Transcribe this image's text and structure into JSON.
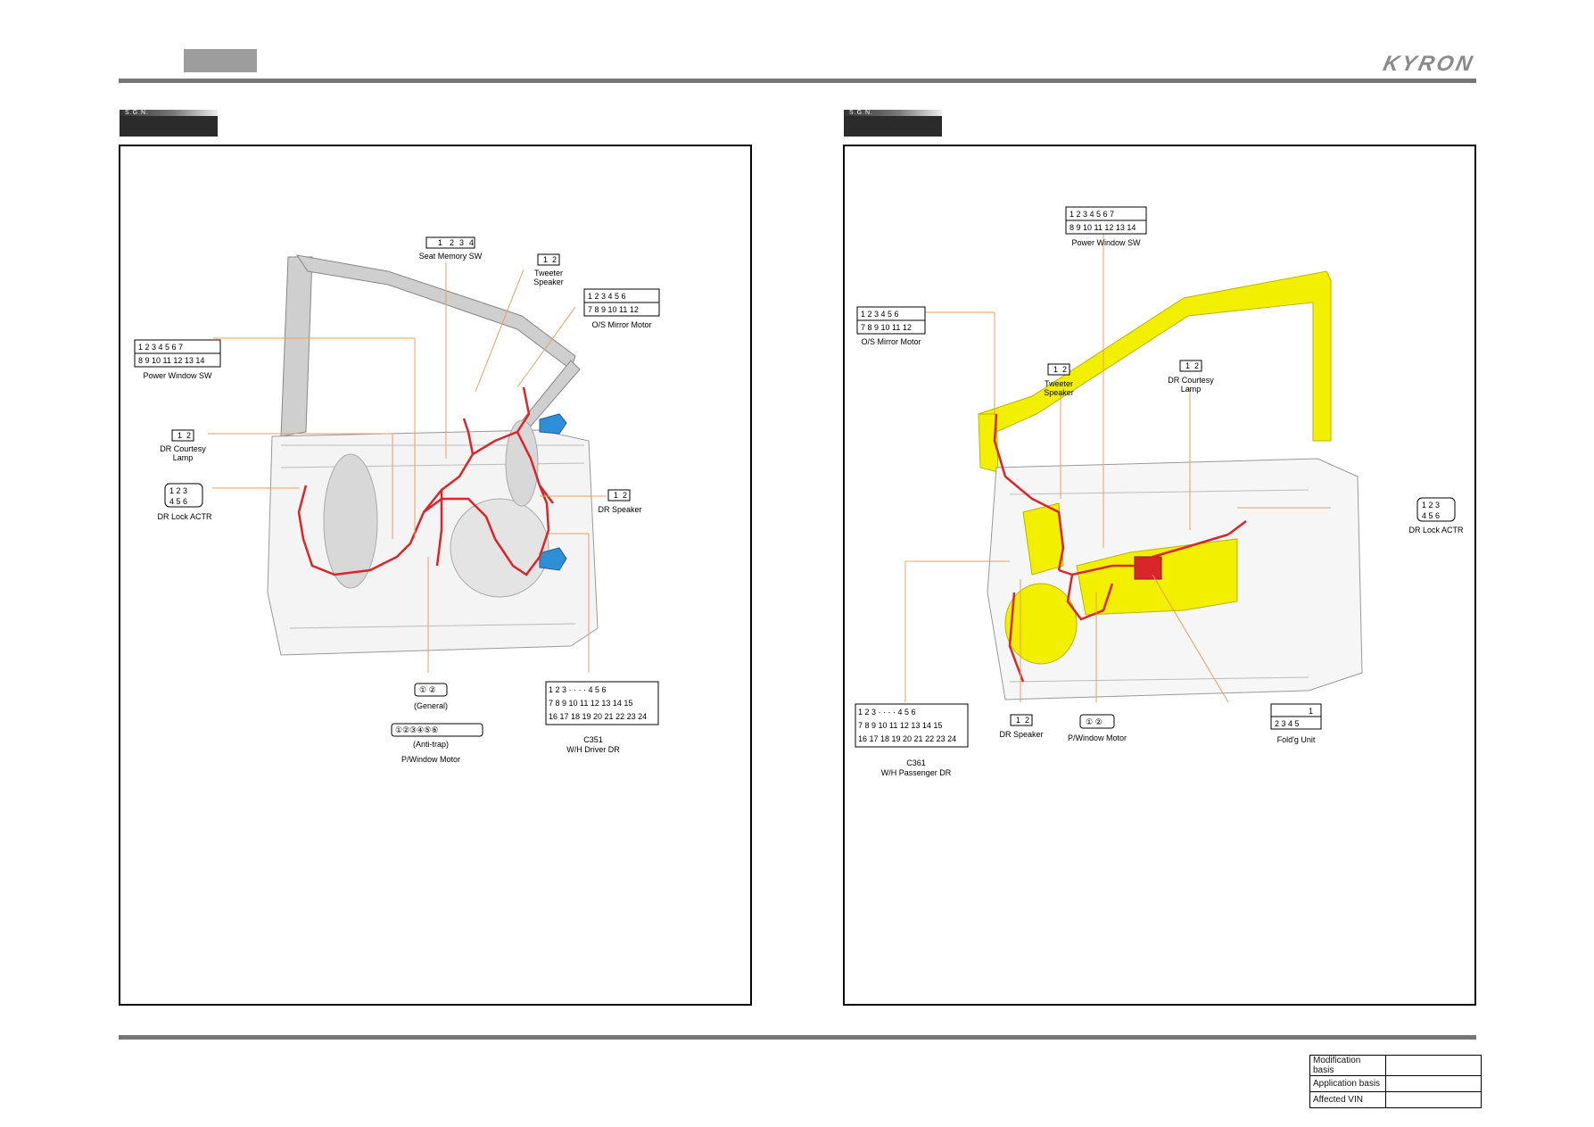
{
  "header": {
    "brand": "KYRON",
    "section_tag": "S.G.N."
  },
  "left_panel": {
    "labels": {
      "seat_memory_sw": "Seat Memory SW",
      "tweeter_speaker_1": "Tweeter",
      "tweeter_speaker_2": "Speaker",
      "os_mirror_motor": "O/S Mirror Motor",
      "power_window_sw": "Power Window SW",
      "dr_courtesy_lamp_1": "DR Courtesy",
      "dr_courtesy_lamp_2": "Lamp",
      "dr_lock_actr": "DR Lock ACTR",
      "dr_speaker": "DR Speaker",
      "general": "(General)",
      "anti_trap": "(Anti-trap)",
      "p_window_motor": "P/Window Motor",
      "c351": "C351",
      "wh_driver_dr": "W/H Driver DR"
    }
  },
  "right_panel": {
    "labels": {
      "power_window_sw": "Power Window SW",
      "os_mirror_motor": "O/S Mirror Motor",
      "tweeter_speaker_1": "Tweeter",
      "tweeter_speaker_2": "Speaker",
      "dr_courtesy_lamp_1": "DR Courtesy",
      "dr_courtesy_lamp_2": "Lamp",
      "dr_lock_actr": "DR Lock ACTR",
      "c361": "C361",
      "wh_passenger_dr": "W/H Passenger DR",
      "dr_speaker": "DR Speaker",
      "p_window_motor": "P/Window Motor",
      "foldg_unit": "Fold'g Unit"
    }
  },
  "footer": {
    "table": [
      {
        "label": "Modification basis",
        "value": ""
      },
      {
        "label": "Application basis",
        "value": ""
      },
      {
        "label": "Affected VIN",
        "value": ""
      }
    ]
  },
  "colors": {
    "harness": "#d9262b",
    "door_panel_highlight": "#f2f000",
    "hinge": "#2f8fd6",
    "leader_line": "#e8a060"
  }
}
